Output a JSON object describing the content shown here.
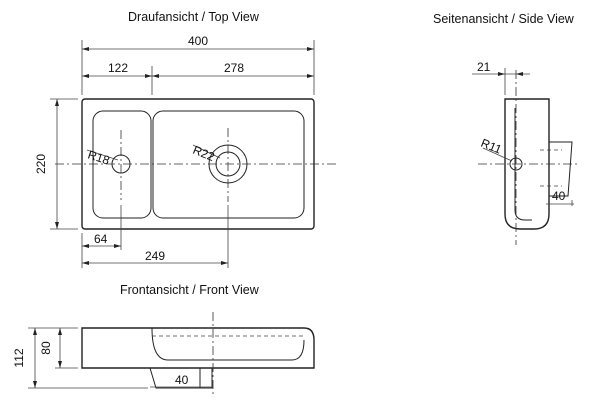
{
  "titles": {
    "top_view": "Draufansicht / Top View",
    "side_view": "Seitenansicht / Side View",
    "front_view": "Frontansicht / Front View"
  },
  "top_view": {
    "dim_total_width": "400",
    "dim_left_section": "122",
    "dim_right_section": "278",
    "dim_height": "220",
    "dim_offset_small": "64",
    "dim_offset_large": "249",
    "radius_small": "R18",
    "radius_large": "R22"
  },
  "side_view": {
    "dim_top": "21",
    "radius": "R11",
    "dim_bottom": "40"
  },
  "front_view": {
    "dim_total_height": "112",
    "dim_basin_height": "80",
    "dim_bottom": "40"
  }
}
